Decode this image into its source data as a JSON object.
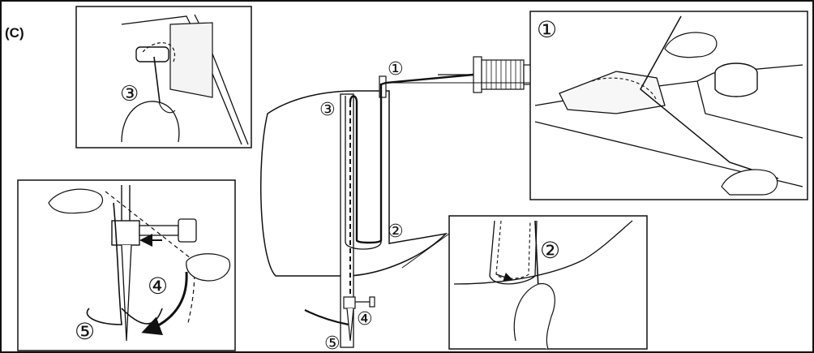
{
  "figure": {
    "label": "(C)"
  },
  "steps": {
    "s1": "①",
    "s2": "②",
    "s3": "③",
    "s4": "④",
    "s5": "⑤"
  }
}
